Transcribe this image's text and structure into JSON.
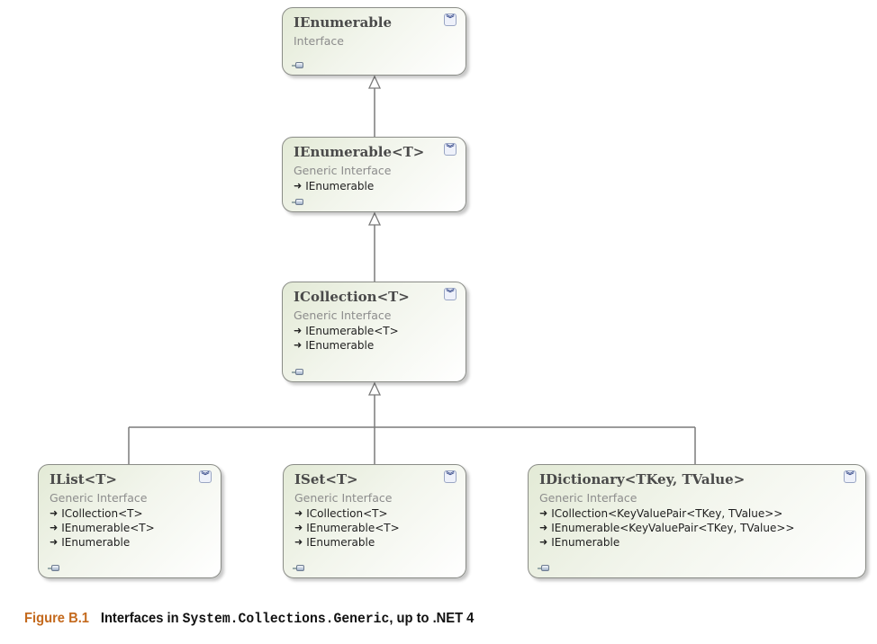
{
  "diagram": {
    "nodes": [
      {
        "id": "ienumerable",
        "title": "IEnumerable",
        "kind": "Interface",
        "implements": []
      },
      {
        "id": "ienumerable-t",
        "title": "IEnumerable<T>",
        "kind": "Generic Interface",
        "implements": [
          "IEnumerable"
        ]
      },
      {
        "id": "icollection-t",
        "title": "ICollection<T>",
        "kind": "Generic Interface",
        "implements": [
          "IEnumerable<T>",
          "IEnumerable"
        ]
      },
      {
        "id": "ilist-t",
        "title": "IList<T>",
        "kind": "Generic Interface",
        "implements": [
          "ICollection<T>",
          "IEnumerable<T>",
          "IEnumerable"
        ]
      },
      {
        "id": "iset-t",
        "title": "ISet<T>",
        "kind": "Generic Interface",
        "implements": [
          "ICollection<T>",
          "IEnumerable<T>",
          "IEnumerable"
        ]
      },
      {
        "id": "idictionary",
        "title": "IDictionary<TKey, TValue>",
        "kind": "Generic Interface",
        "implements": [
          "ICollection<KeyValuePair<TKey, TValue>>",
          "IEnumerable<KeyValuePair<TKey, TValue>>",
          "IEnumerable"
        ]
      }
    ],
    "edges": [
      {
        "from": "ienumerable-t",
        "to": "ienumerable",
        "type": "inheritance"
      },
      {
        "from": "icollection-t",
        "to": "ienumerable-t",
        "type": "inheritance"
      },
      {
        "from": "ilist-t",
        "to": "icollection-t",
        "type": "inheritance"
      },
      {
        "from": "iset-t",
        "to": "icollection-t",
        "type": "inheritance"
      },
      {
        "from": "idictionary",
        "to": "icollection-t",
        "type": "inheritance"
      }
    ],
    "icons": {
      "expand": "double-chevron-down-icon",
      "implements": "lollipop-arrow-icon",
      "grip": "collapse-grip-icon"
    },
    "expand_glyph": "︾",
    "implements_glyph": "➜"
  },
  "caption": {
    "figure_label": "Figure B.1",
    "text_before": "Interfaces in ",
    "code": "System.Collections.Generic",
    "text_after": ", up to .NET 4"
  },
  "colors": {
    "caption_label": "#c46a1e",
    "box_fill": "#e3ead6",
    "box_border": "#8a8c87",
    "connector": "#7a7a7a"
  }
}
